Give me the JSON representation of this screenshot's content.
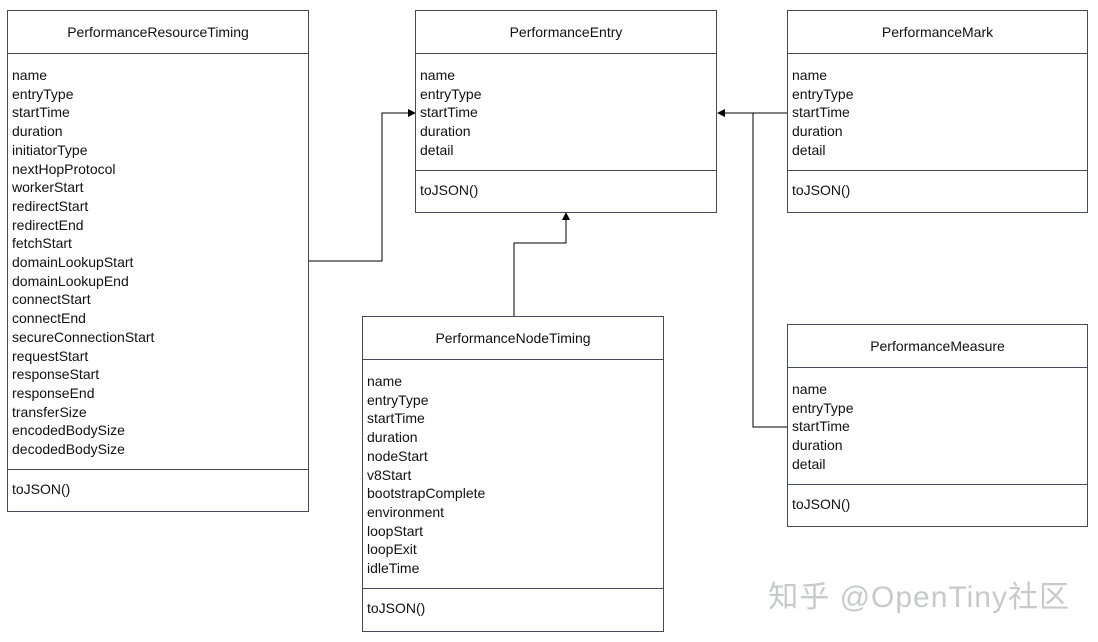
{
  "classes": {
    "resource_timing": {
      "name": "PerformanceResourceTiming",
      "attributes": [
        "name",
        "entryType",
        "startTime",
        "duration",
        "initiatorType",
        "nextHopProtocol",
        "workerStart",
        "redirectStart",
        "redirectEnd",
        "fetchStart",
        "domainLookupStart",
        "domainLookupEnd",
        "connectStart",
        "connectEnd",
        "secureConnectionStart",
        "requestStart",
        "responseStart",
        "responseEnd",
        "transferSize",
        "encodedBodySize",
        "decodedBodySize"
      ],
      "methods": [
        "toJSON()"
      ]
    },
    "entry": {
      "name": "PerformanceEntry",
      "attributes": [
        "name",
        "entryType",
        "startTime",
        "duration",
        "detail"
      ],
      "methods": [
        "toJSON()"
      ]
    },
    "mark": {
      "name": "PerformanceMark",
      "attributes": [
        "name",
        "entryType",
        "startTime",
        "duration",
        "detail"
      ],
      "methods": [
        "toJSON()"
      ]
    },
    "node_timing": {
      "name": "PerformanceNodeTiming",
      "attributes": [
        "name",
        "entryType",
        "startTime",
        "duration",
        "nodeStart",
        "v8Start",
        "bootstrapComplete",
        "environment",
        "loopStart",
        "loopExit",
        "idleTime"
      ],
      "methods": [
        "toJSON()"
      ]
    },
    "measure": {
      "name": "PerformanceMeasure",
      "attributes": [
        "name",
        "entryType",
        "startTime",
        "duration",
        "detail"
      ],
      "methods": [
        "toJSON()"
      ]
    }
  },
  "watermark": "知乎 @OpenTiny社区",
  "colors": {
    "line": "#000000",
    "border": "#444c59",
    "watermark": "#c7c9cc"
  }
}
